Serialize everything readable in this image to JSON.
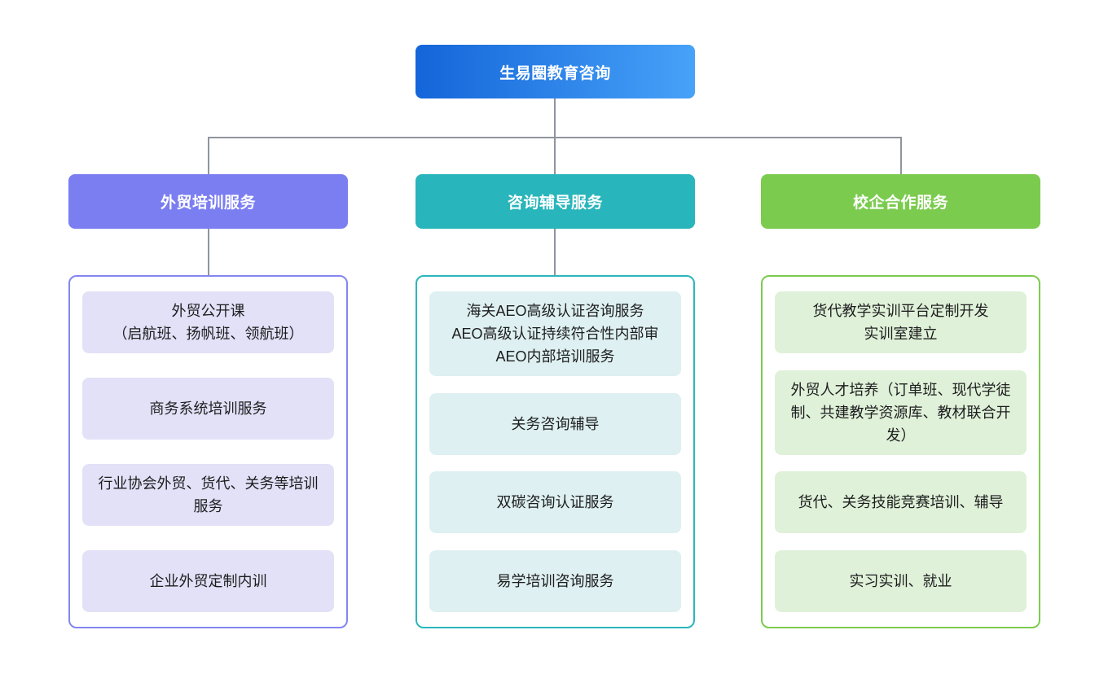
{
  "page": {
    "background": "#ffffff",
    "connector_color": "#8f959d"
  },
  "root": {
    "label": "生易圈教育咨询",
    "gradient_left": "#1465d9",
    "gradient_right": "#47a2f8",
    "text_color": "#ffffff"
  },
  "branches": [
    {
      "label": "外贸培训服务",
      "header_bg": "#7b7ef1",
      "panel_border": "#8486f0",
      "item_bg": "#e2e1f7",
      "items": [
        "外贸公开课\n（启航班、扬帆班、领航班）",
        "商务系统培训服务",
        "行业协会外贸、货代、关务等培训服务",
        "企业外贸定制内训"
      ]
    },
    {
      "label": "咨询辅导服务",
      "header_bg": "#28b5bb",
      "panel_border": "#2ab6bc",
      "item_bg": "#def0f1",
      "items": [
        "海关AEO高级认证咨询服务\nAEO高级认证持续符合性内部审\nAEO内部培训服务",
        "关务咨询辅导",
        "双碳咨询认证服务",
        "易学培训咨询服务"
      ]
    },
    {
      "label": "校企合作服务",
      "header_bg": "#7bcb4e",
      "panel_border": "#7ccb50",
      "item_bg": "#dff1d8",
      "items": [
        "货代教学实训平台定制开发\n实训室建立",
        "外贸人才培养（订单班、现代学徒制、共建教学资源库、教材联合开发）",
        "货代、关务技能竞赛培训、辅导",
        "实习实训、就业"
      ]
    }
  ]
}
